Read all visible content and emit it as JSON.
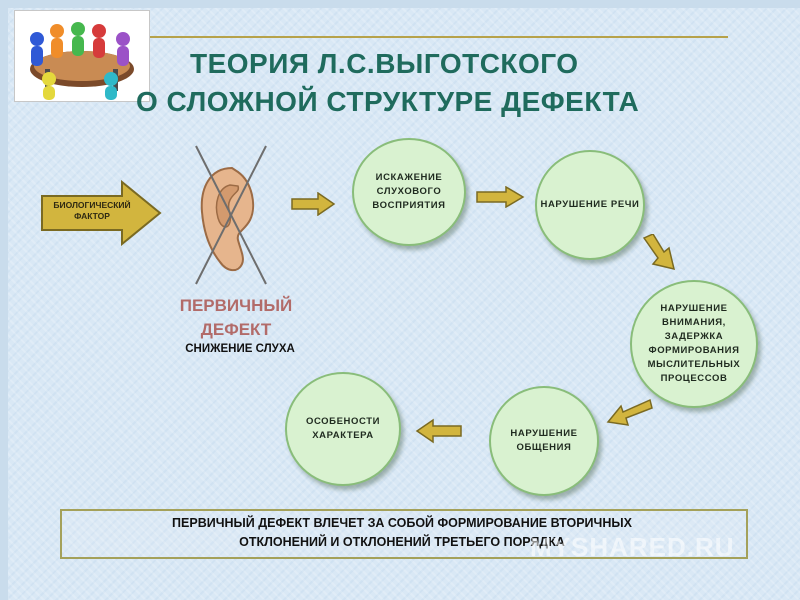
{
  "title": {
    "line1": "ТЕОРИЯ    Л.С.ВЫГОТСКОГО",
    "line2": "О  СЛОЖНОЙ СТРУКТУРЕ  ДЕФЕКТА"
  },
  "biological": {
    "label": "БИОЛОГИЧЕСКИЙ ФАКТОР"
  },
  "primary": {
    "title": "ПЕРВИЧНЫЙ ДЕФЕКТ",
    "subtitle": "СНИЖЕНИЕ СЛУХА"
  },
  "nodes": {
    "n1": "ИСКАЖЕНИЕ СЛУХОВОГО ВОСПРИЯТИЯ",
    "n2": "НАРУШЕНИЕ РЕЧИ",
    "n3": "НАРУШЕНИЕ ВНИМАНИЯ, ЗАДЕРЖКА ФОРМИРОВАНИЯ МЫСЛИТЕЛЬНЫХ ПРОЦЕССОВ",
    "n4": "НАРУШЕНИЕ ОБЩЕНИЯ",
    "n5": "ОСОБЕНОСТИ ХАРАКТЕРА"
  },
  "bottom": {
    "line1": "ПЕРВИЧНЫЙ ДЕФЕКТ ВЛЕЧЕТ ЗА СОБОЙ ФОРМИРОВАНИЕ  ВТОРИЧНЫХ",
    "line2": "ОТКЛОНЕНИЙ  И ОТКЛОНЕНИЙ ТРЕТЬЕГО ПОРЯДКА"
  },
  "watermark": "MYSHARED.RU",
  "colors": {
    "title": "#1f6b5d",
    "primary": "#b26b69",
    "arrow_fill": "#d2b53e",
    "arrow_stroke": "#7a6a22",
    "node_fill": "#d9f2d0",
    "node_border": "#89bd7a"
  }
}
